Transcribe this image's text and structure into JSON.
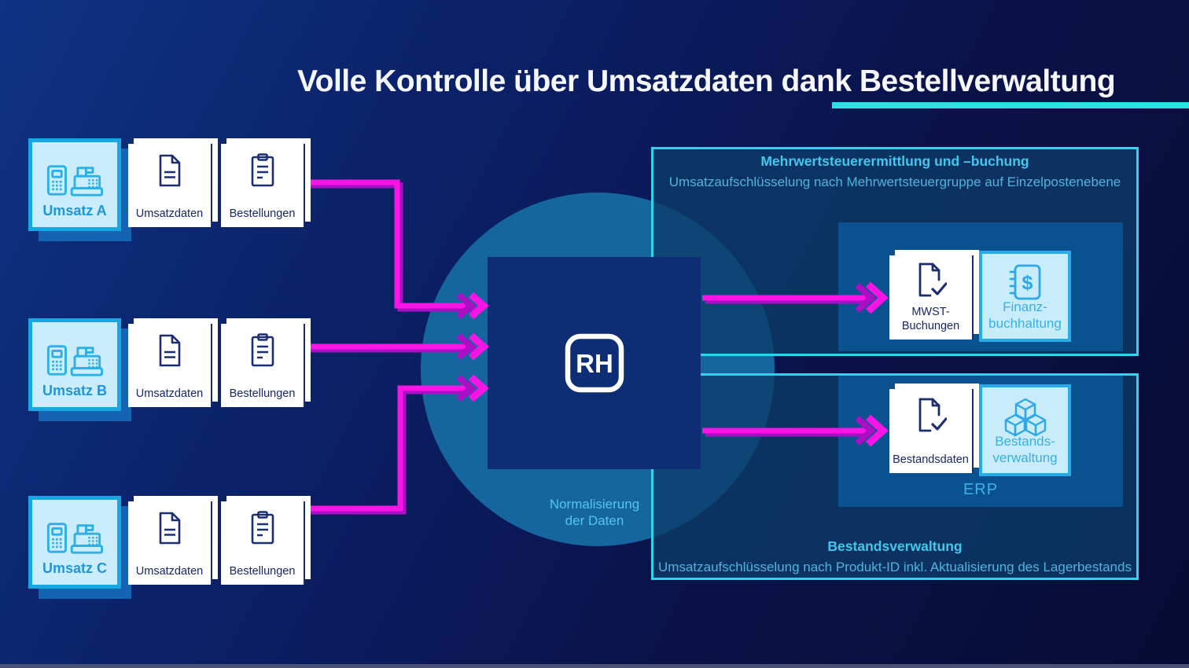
{
  "title": "Volle Kontrolle über Umsatzdaten dank Bestellverwaltung",
  "sources": [
    {
      "name": "Umsatz A",
      "data_doc": "Umsatzdaten",
      "order_doc": "Bestellungen"
    },
    {
      "name": "Umsatz B",
      "data_doc": "Umsatzdaten",
      "order_doc": "Bestellungen"
    },
    {
      "name": "Umsatz C",
      "data_doc": "Umsatzdaten",
      "order_doc": "Bestellungen"
    }
  ],
  "hub": {
    "logo": "RH",
    "caption": "Normalisierung\nder Daten"
  },
  "vat_panel": {
    "title": "Mehrwertsteuerermittlung und –buchung",
    "subtitle": "Umsatzaufschlüsselung nach Mehrwertsteuergruppe auf Einzelpostenebene",
    "doc_label_line1": "MWST-",
    "doc_label_line2": "Buchungen",
    "app_label_line1": "Finanz-",
    "app_label_line2": "buchhaltung"
  },
  "inventory_panel": {
    "title": "Bestandsverwaltung",
    "subtitle": "Umsatzaufschlüsselung nach Produkt-ID inkl. Aktualisierung des Lagerbestands",
    "doc_label": "Bestandsdaten",
    "app_label_line1": "Bestands-",
    "app_label_line2": "verwaltung",
    "erp": "ERP"
  },
  "icons": {
    "hub_logo": "rh-logo-icon",
    "source": "pos-terminal-cash-register-icon",
    "sales_data": "document-icon",
    "orders": "clipboard-icon",
    "vat_doc": "document-check-icon",
    "finance": "ledger-dollar-icon",
    "inventory": "cubes-icon"
  },
  "colors": {
    "magenta": "#fb14e6",
    "magenta_shadow": "#a90fc4",
    "cyan_border": "#29d6ee",
    "underline": "#2be2e2",
    "circle": "#15669f",
    "hub_navy": "#0d2d74",
    "light_box_fill": "#cbecfa",
    "light_box_border": "#18a6e2",
    "navy_text": "#16276b",
    "cyan_text": "#41c8ee"
  }
}
